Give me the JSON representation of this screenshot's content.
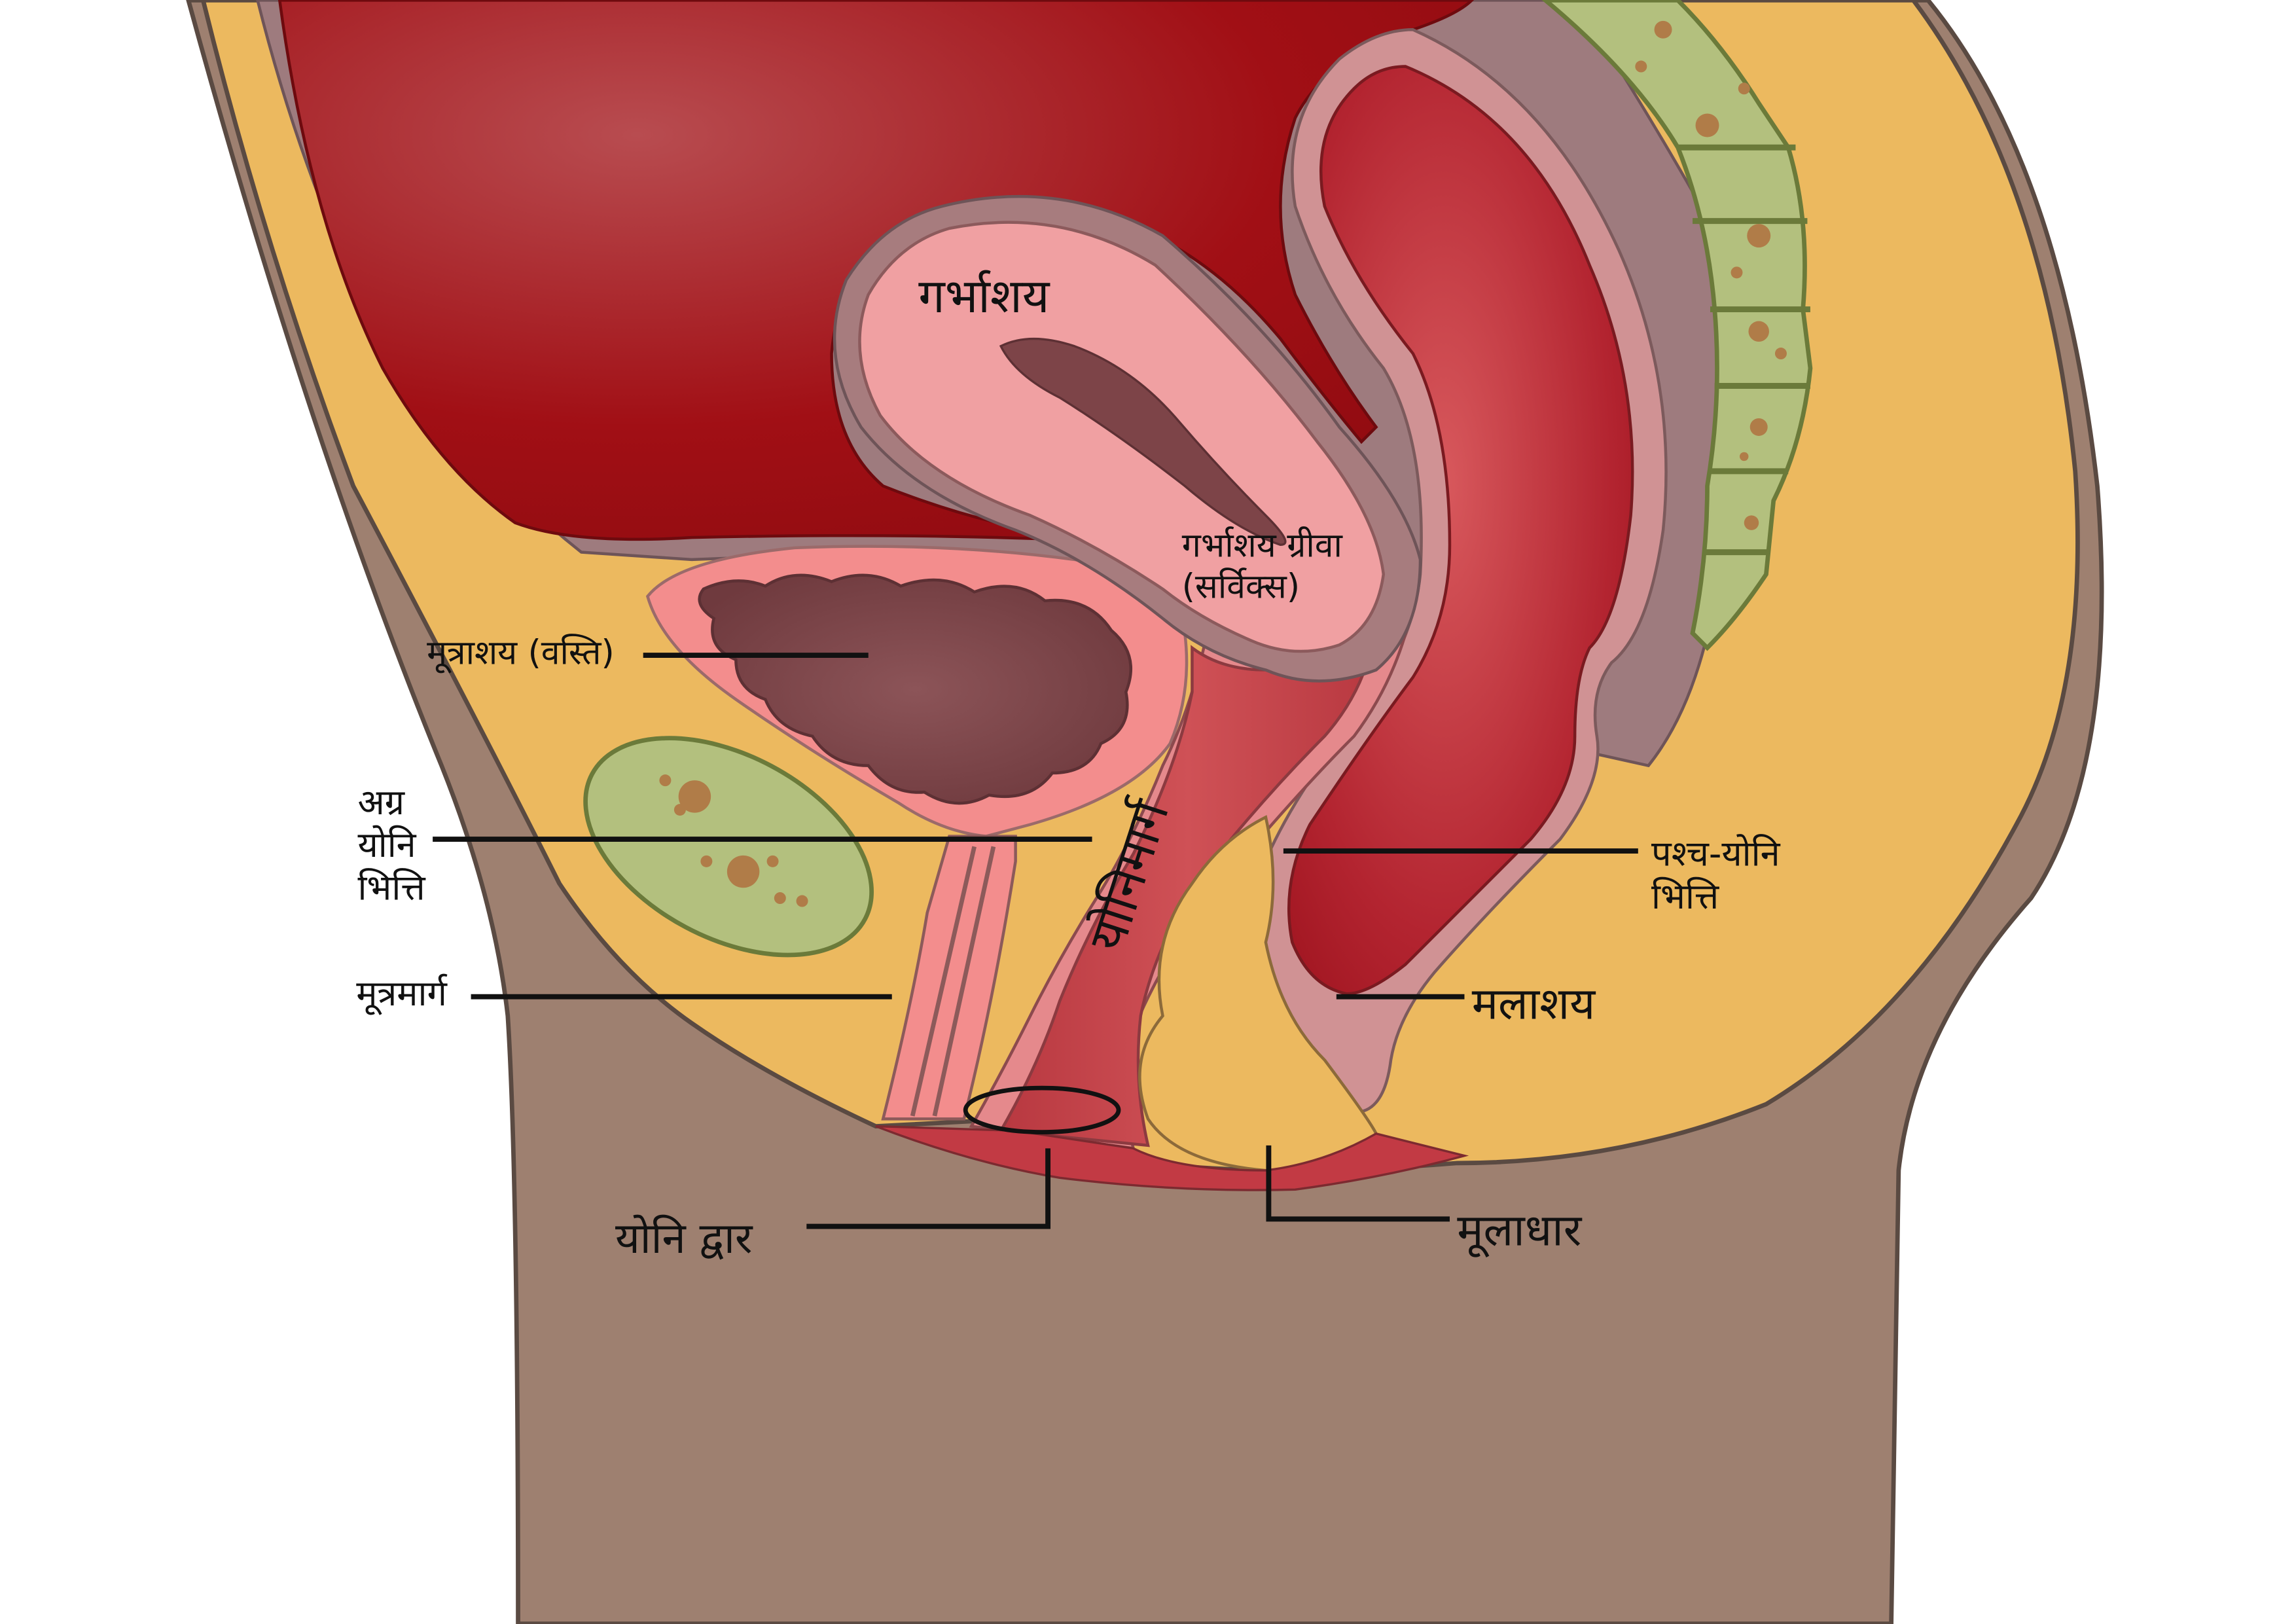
{
  "labels": {
    "uterus": "गर्भाशय",
    "cervix_line1": "गर्भाशय ग्रीवा",
    "cervix_line2": "(सर्विक्स)",
    "bladder": "मूत्राशय (वस्ति)",
    "anterior_wall_line1": "अग्र",
    "anterior_wall_line2": "योनि",
    "anterior_wall_line3": "भित्ति",
    "urethra": "मूत्रमार्ग",
    "vagina": "योनिमार्ग",
    "posterior_wall_line1": "पश्च-योनि",
    "posterior_wall_line2": "भित्ति",
    "rectum": "मलाशय",
    "vaginal_opening": "योनि द्वार",
    "perineum": "मूलाधार"
  },
  "colors": {
    "body": "#9e8070",
    "fat": "#ecb95f",
    "peritoneum": "#9e7b7e",
    "intestine": "#a80a10",
    "uterus": "#f0a0a2",
    "mucosa": "#f38d8d",
    "cavity": "#7d4448",
    "vagina": "#c0404a",
    "bone": "#b3c07e",
    "bone_spot": "#b07c48",
    "label": "#111111"
  }
}
